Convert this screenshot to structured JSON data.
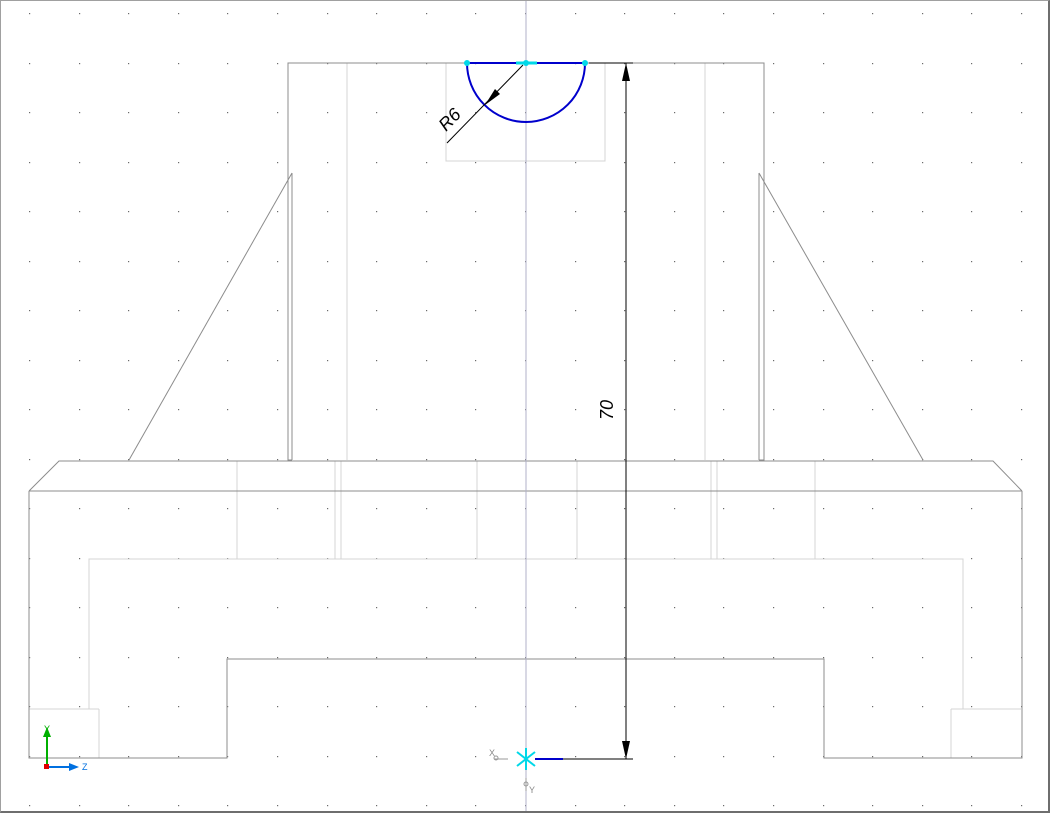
{
  "colors": {
    "background": "#ffffff",
    "grid_dot": "#6a6a6a",
    "model_edge": "#8c8c8c",
    "hidden_edge": "#d4d4d4",
    "dimension": "#000000",
    "sketch_arc": "#0000cc",
    "sketch_point": "#00d8e8",
    "axis_x": "#e00000",
    "axis_y": "#00b000",
    "axis_z": "#0070e0",
    "centerline": "#b0b0c8"
  },
  "dimensions": {
    "radius_label": "R6",
    "height_label": "70"
  },
  "triad": {
    "y_label": "Y",
    "z_label": "Z"
  },
  "origin_marker": {
    "x_label": "X",
    "y_label": "Y"
  },
  "icons": [
    "triad-icon",
    "origin-star-icon"
  ]
}
